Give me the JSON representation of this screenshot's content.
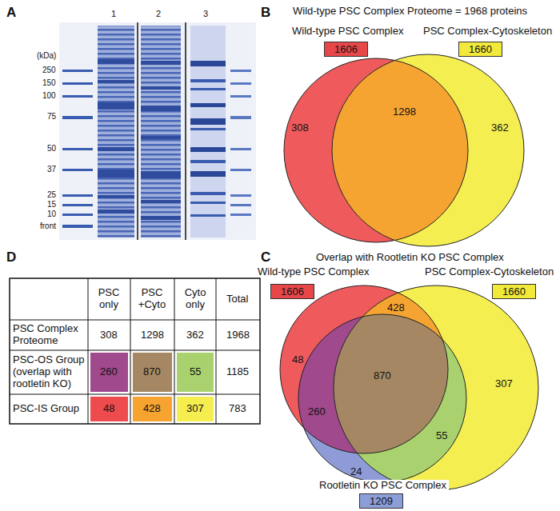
{
  "diagram": {
    "nodes": [
      {
        "text": [
          "1606"
        ]
      },
      {
        "text": [
          "1660"
        ]
      },
      {
        "text": [
          "1606"
        ]
      },
      {
        "text": [
          "1660"
        ]
      },
      {
        "text": [
          "1209"
        ]
      }
    ],
    "labels": [
      "A",
      "1",
      "2",
      "3",
      "(kDa)",
      "250",
      "150",
      "100",
      "75",
      "50",
      "37",
      "25",
      "15",
      "10",
      "front",
      "B",
      "Wild-type PSC Complex Proteome = 1968 proteins",
      "Wild-type PSC Complex",
      "PSC Complex-Cytoskeleton",
      "308",
      "1298",
      "362",
      "C",
      "Overlap with Rootletin KO PSC Complex",
      "Wild-type PSC Complex",
      "PSC Complex-Cytoskeleton",
      "428",
      "48",
      "307",
      "870",
      "260",
      "55",
      "24",
      "Rootletin KO PSC Complex",
      "D",
      "PSC only",
      "PSC +Cyto",
      "Cyto only",
      "Total",
      "PSC Complex Proteome",
      "308",
      "1298",
      "362",
      "1968",
      "PSC-OS Group (overlap with rootletin KO)",
      "260",
      "870",
      "55",
      "1185",
      "PSC-IS Group",
      "48",
      "428",
      "307",
      "783"
    ]
  }
}
